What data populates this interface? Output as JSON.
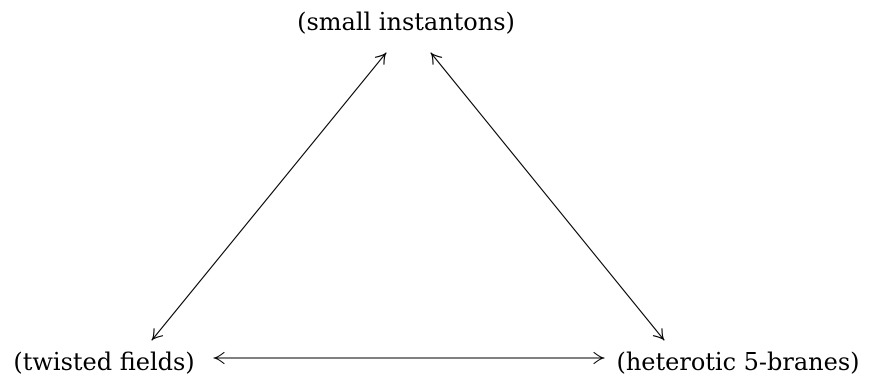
{
  "nodes": {
    "top": {
      "label": "(small instantons)"
    },
    "left": {
      "label": "(twisted fields)"
    },
    "right": {
      "label": "(heterotic 5-branes)"
    }
  },
  "edges": [
    {
      "from": "left",
      "to": "top",
      "directed": "both"
    },
    {
      "from": "top",
      "to": "right",
      "directed": "both"
    },
    {
      "from": "left",
      "to": "right",
      "directed": "both"
    }
  ],
  "colors": {
    "stroke": "#000000",
    "text": "#000000",
    "background": "#ffffff"
  }
}
